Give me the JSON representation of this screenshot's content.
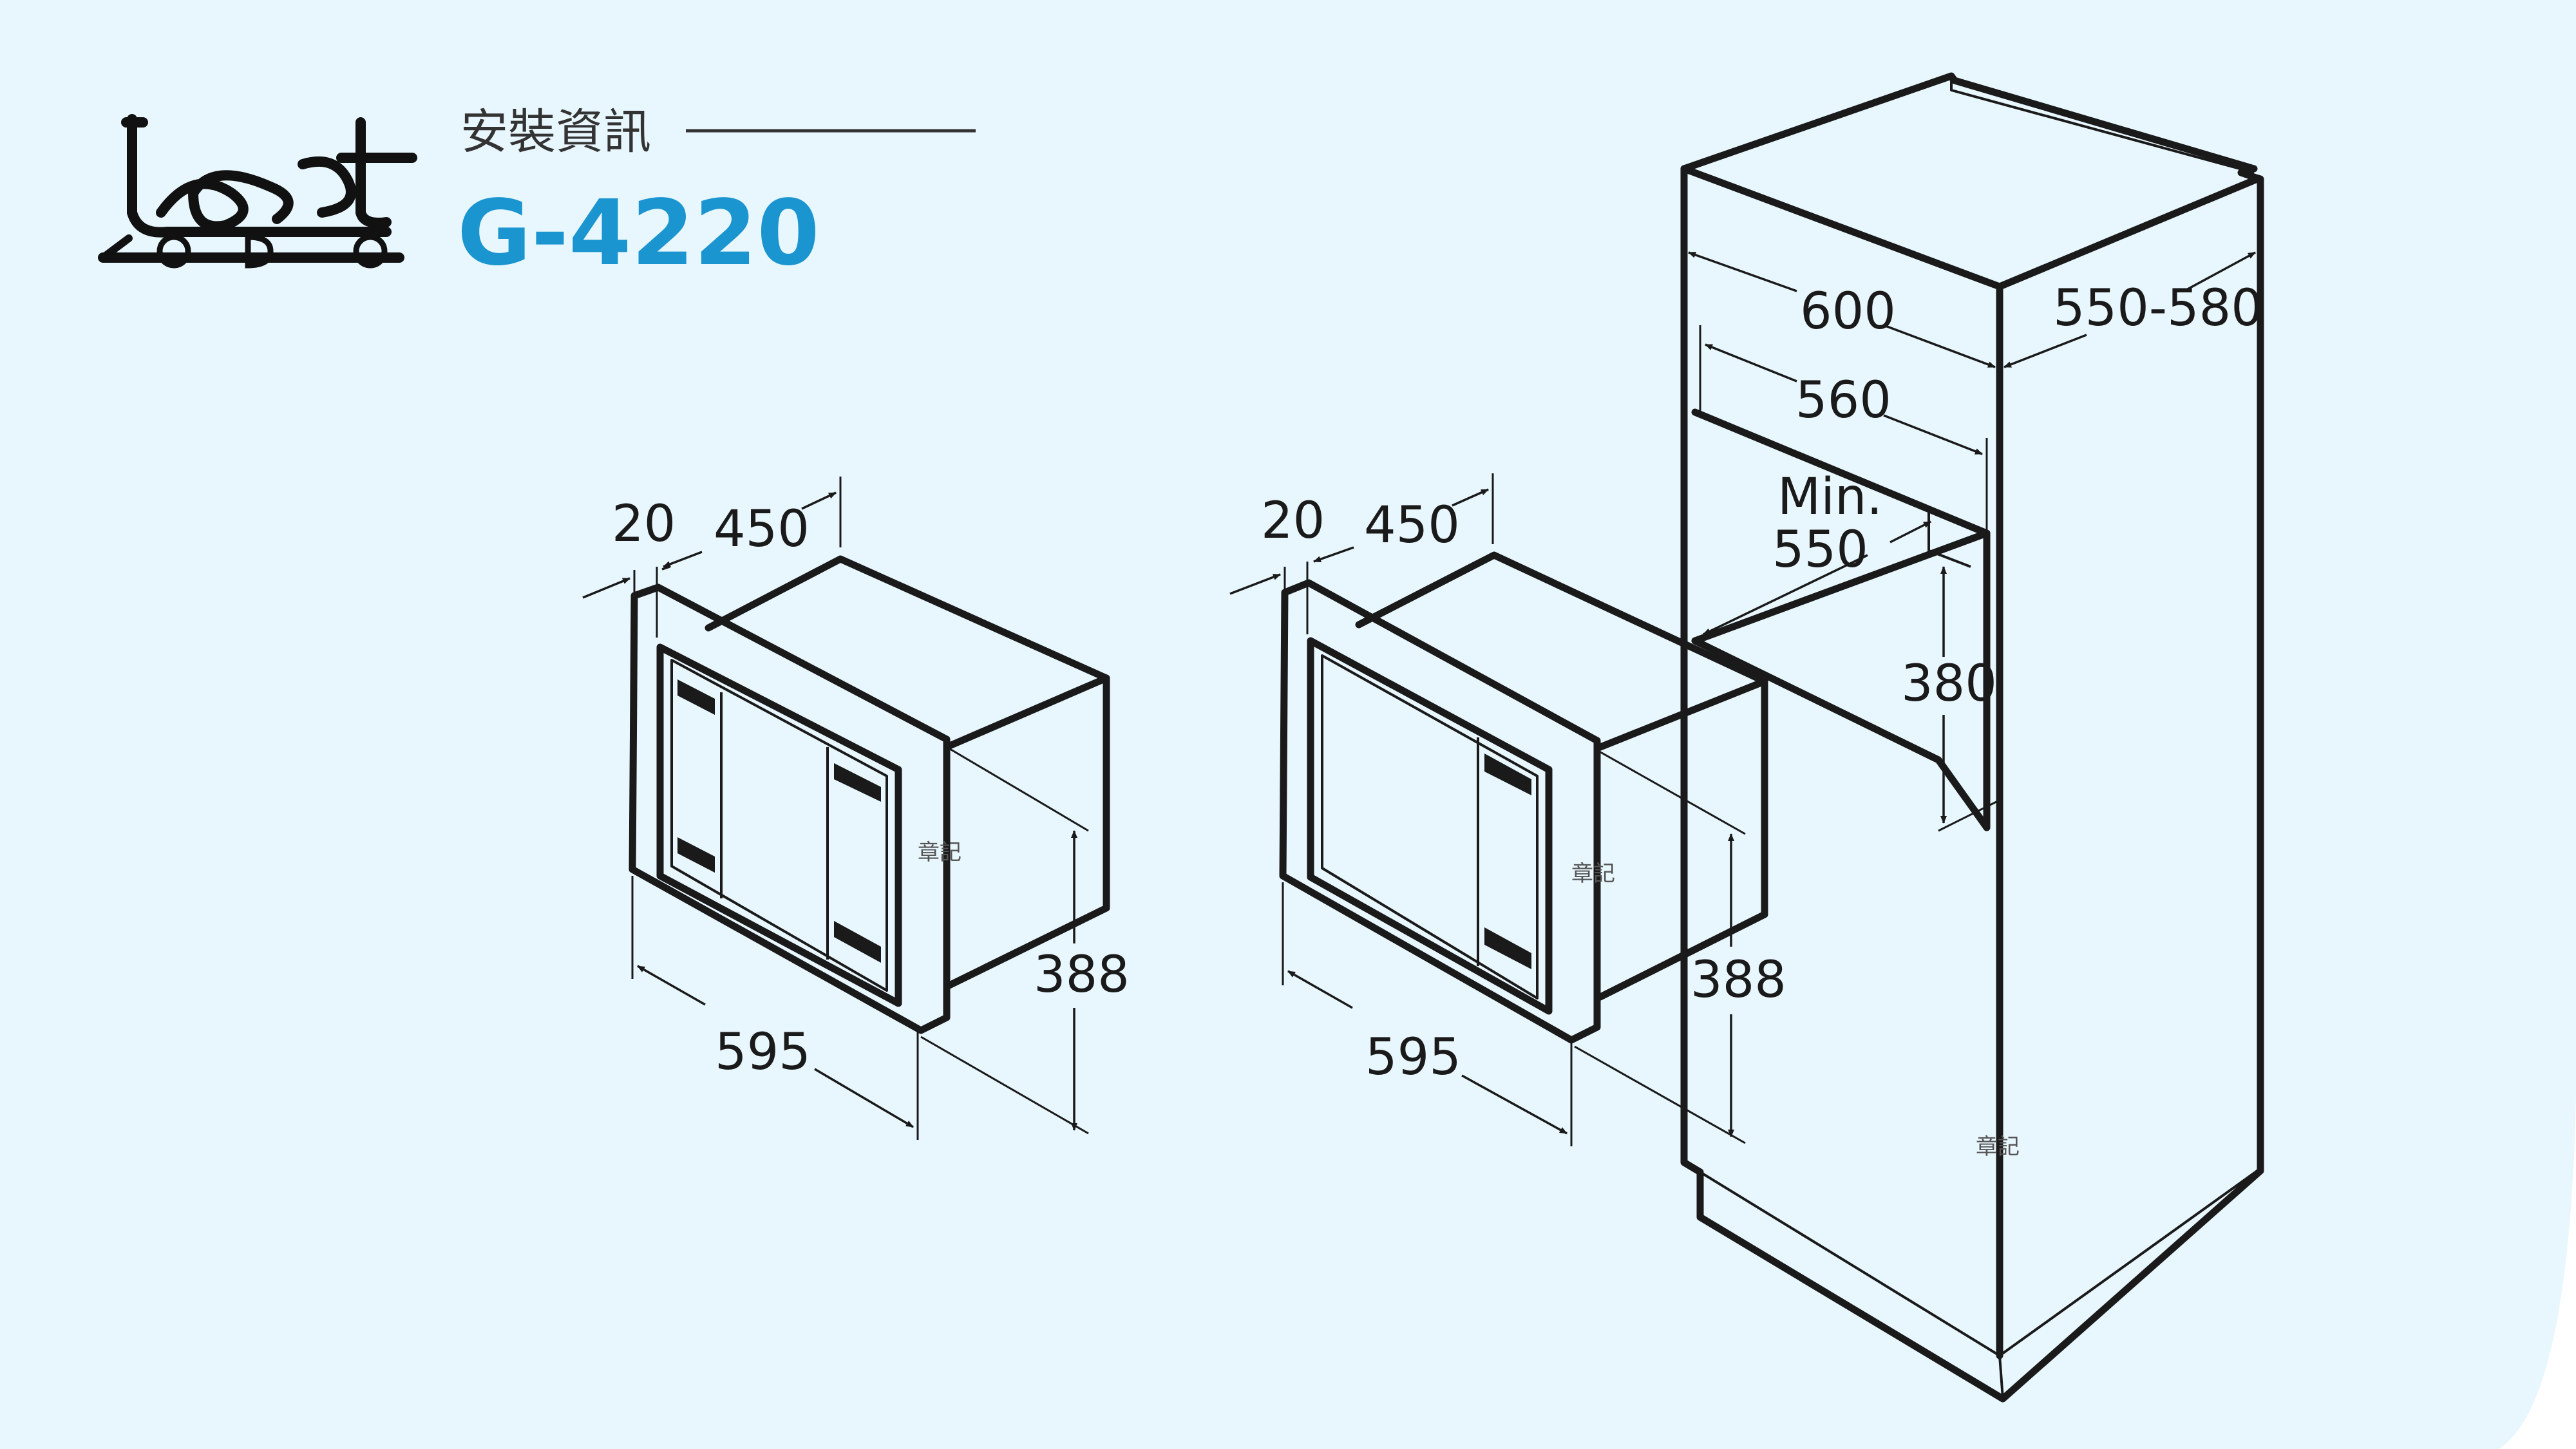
{
  "colors": {
    "background": "#e8f6fd",
    "accent": "#1a95cf",
    "line": "#1a1a1a"
  },
  "header": {
    "section_title": "安裝資訊",
    "model": "G-4220",
    "logo_icon": "gdm-logo-icon"
  },
  "microwave_left": {
    "depth_front": "20",
    "depth_body": "450",
    "height": "388",
    "width": "595",
    "stamp": "章記"
  },
  "microwave_right": {
    "depth_front": "20",
    "depth_body": "450",
    "height": "388",
    "width": "595",
    "stamp": "章記"
  },
  "cabinet": {
    "outer_width": "600",
    "outer_depth": "550-580",
    "inner_width": "560",
    "min_depth_line1": "Min.",
    "min_depth_line2": "550",
    "inner_height": "380",
    "stamp": "章記"
  }
}
